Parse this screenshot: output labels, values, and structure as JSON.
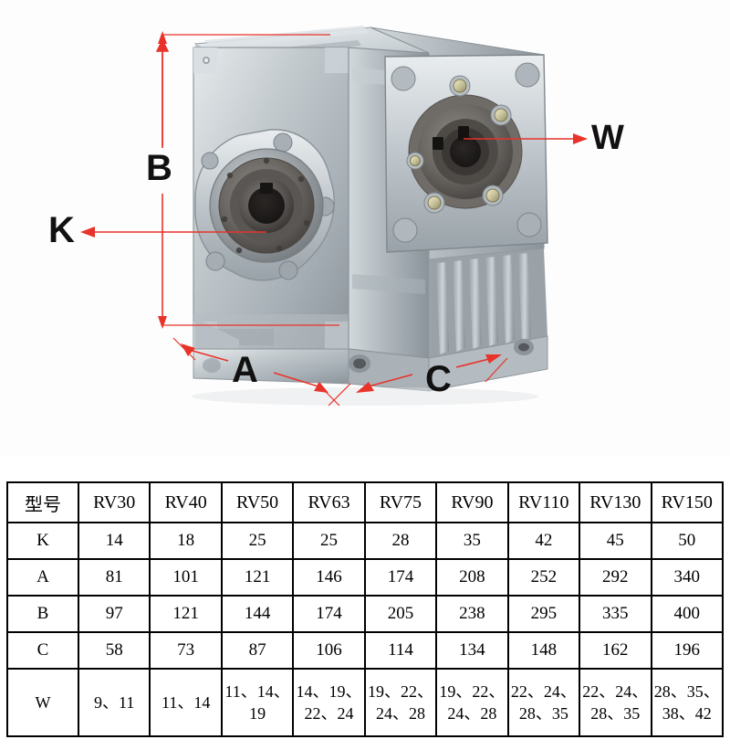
{
  "diagram": {
    "title": "RV worm gear speed reducer photo with dimension callouts",
    "accent_color": "#e8332a",
    "body_color": "#b9bfc4",
    "labels": {
      "B": "B",
      "K": "K",
      "W": "W",
      "A": "A",
      "C": "C"
    }
  },
  "table": {
    "row_header_label": "型号",
    "models": [
      "RV30",
      "RV40",
      "RV50",
      "RV63",
      "RV75",
      "RV90",
      "RV110",
      "RV130",
      "RV150"
    ],
    "rows": [
      {
        "label": "K",
        "values": [
          "14",
          "18",
          "25",
          "25",
          "28",
          "35",
          "42",
          "45",
          "50"
        ]
      },
      {
        "label": "A",
        "values": [
          "81",
          "101",
          "121",
          "146",
          "174",
          "208",
          "252",
          "292",
          "340"
        ]
      },
      {
        "label": "B",
        "values": [
          "97",
          "121",
          "144",
          "174",
          "205",
          "238",
          "295",
          "335",
          "400"
        ]
      },
      {
        "label": "C",
        "values": [
          "58",
          "73",
          "87",
          "106",
          "114",
          "134",
          "148",
          "162",
          "196"
        ]
      },
      {
        "label": "W",
        "values": [
          "9、11",
          "11、14",
          "11、14、19",
          "14、19、22、24",
          "19、22、24、28",
          "19、22、24、28",
          "22、24、28、35",
          "22、24、28、35",
          "28、35、38、42"
        ]
      }
    ]
  }
}
